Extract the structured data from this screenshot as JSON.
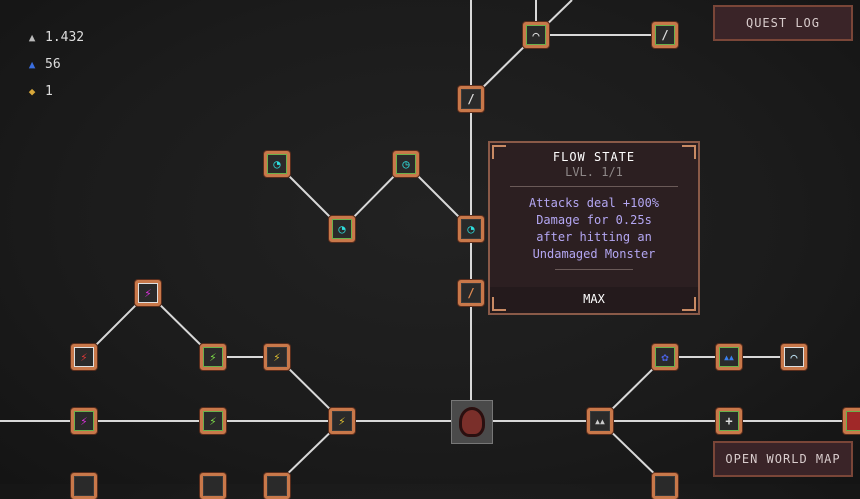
{
  "resources": [
    {
      "icon": "silver-shard-icon",
      "value": "1.432",
      "color": "#bbbbbb"
    },
    {
      "icon": "blue-shard-icon",
      "value": "56",
      "color": "#3a6ee0"
    },
    {
      "icon": "gold-token-icon",
      "value": "1",
      "color": "#d8a83a"
    }
  ],
  "buttons": {
    "quest_log": "QUEST LOG",
    "open_world_map": "OPEN WORLD MAP"
  },
  "tooltip": {
    "title": "FLOW STATE",
    "level": "LVL. 1/1",
    "description": [
      "Attacks deal +100%",
      "Damage for 0.25s",
      "after hitting an",
      "Undamaged Monster"
    ],
    "status": "MAX"
  },
  "glyphs": {
    "bolt": "⚡",
    "swirl": "◔",
    "clock": "◷",
    "sword": "/",
    "paws": "▲▲",
    "plus": "+",
    "arc": "⌒"
  }
}
